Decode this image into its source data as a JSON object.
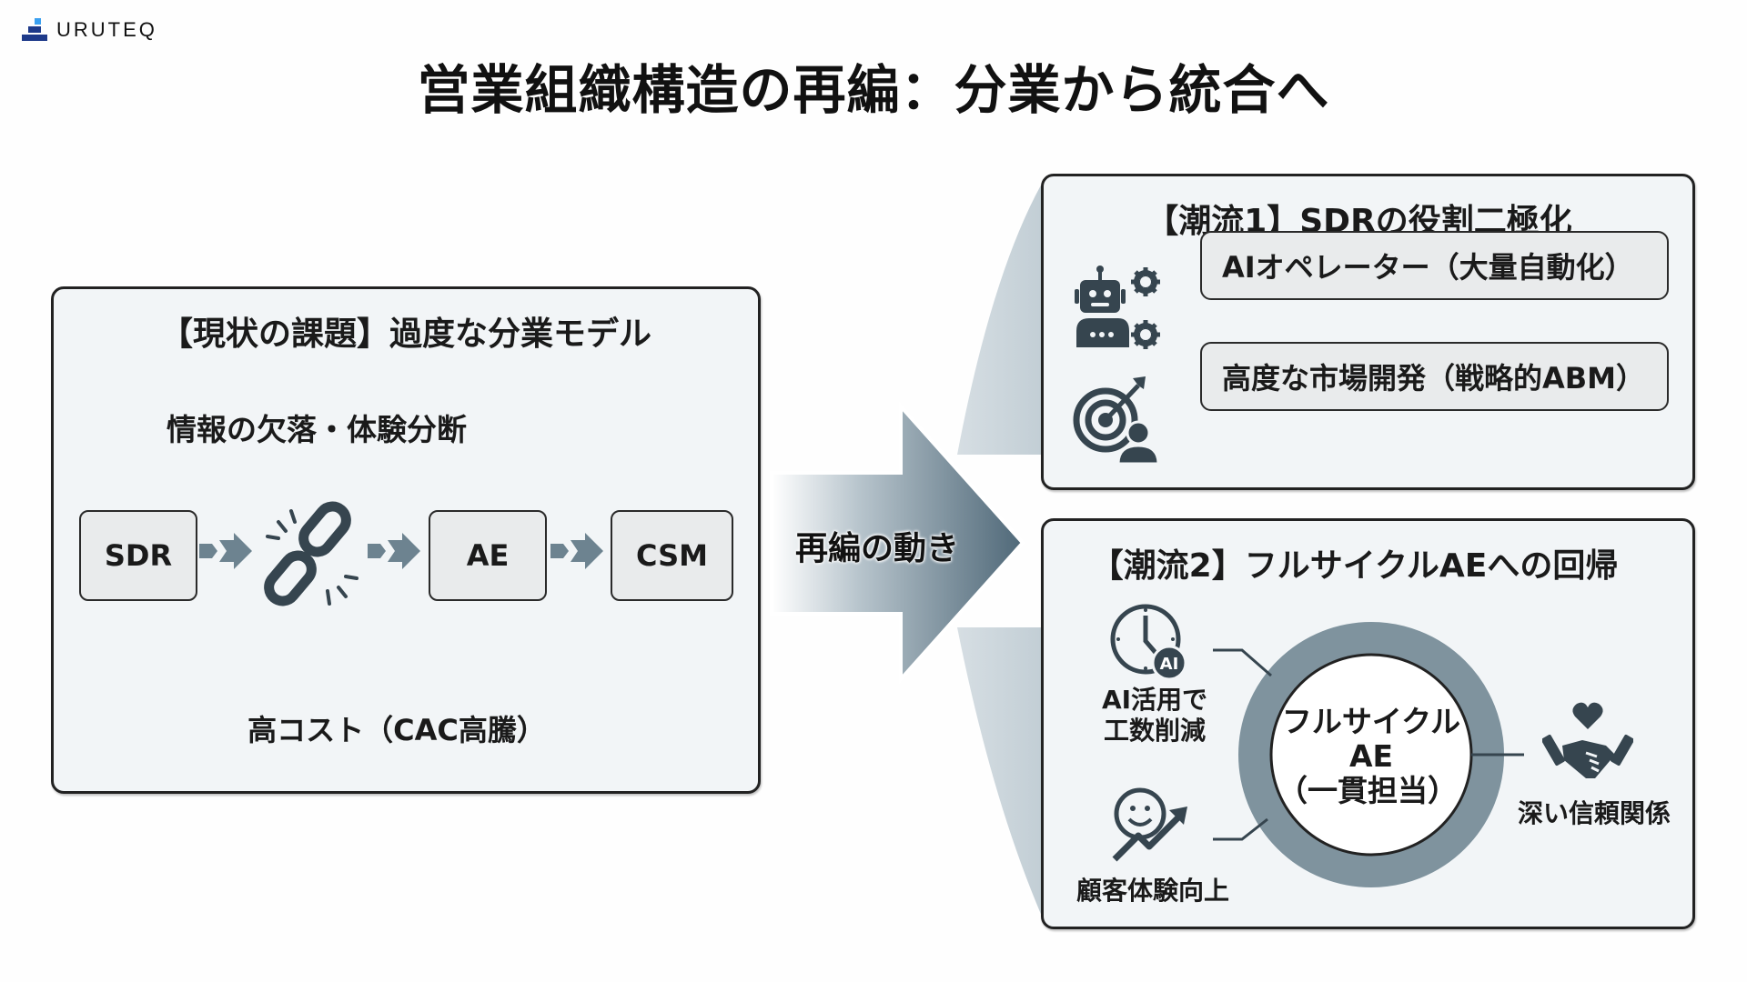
{
  "brand": {
    "name": "URUTEQ",
    "icon": "bar-blocks-logo-icon",
    "colors": {
      "primary": "#1e3a8a",
      "accent": "#3aa0f0"
    }
  },
  "title": "営業組織構造の再編：分業から統合へ",
  "colors": {
    "icon": "#36454f",
    "ring": "#7f939e",
    "arrow_dark": "#4f6878",
    "arrow_light": "#c7d2d8",
    "panel_bg": "#f2f5f7",
    "box_bg": "#e9ebec"
  },
  "left_panel": {
    "title": "【現状の課題】過度な分業モデル",
    "issue_label": "情報の欠落・体験分断",
    "flow": [
      {
        "label": "SDR"
      },
      {
        "label": "AE"
      },
      {
        "label": "CSM"
      }
    ],
    "broken_link_icon": "broken-link-icon",
    "cost_label": "高コスト（CAC高騰）"
  },
  "transition": {
    "label": "再編の動き",
    "icon": "big-arrow-icon"
  },
  "trend1": {
    "title": "【潮流1】SDRの役割二極化",
    "items": [
      {
        "label": "AIオペレーター（大量自動化）",
        "icon": "robot-gear-icon"
      },
      {
        "label": "高度な市場開発（戦略的ABM）",
        "icon": "target-person-icon"
      }
    ]
  },
  "trend2": {
    "title": "【潮流2】フルサイクルAEへの回帰",
    "center": {
      "line1": "フルサイクル",
      "line2": "AE",
      "line3": "（一貫担当）"
    },
    "benefits": [
      {
        "label_line1": "AI活用で",
        "label_line2": "工数削減",
        "icon": "clock-ai-icon"
      },
      {
        "label_line1": "顧客体験向上",
        "icon": "smile-growth-icon"
      },
      {
        "label_line1": "深い信頼関係",
        "icon": "handshake-heart-icon"
      }
    ]
  }
}
